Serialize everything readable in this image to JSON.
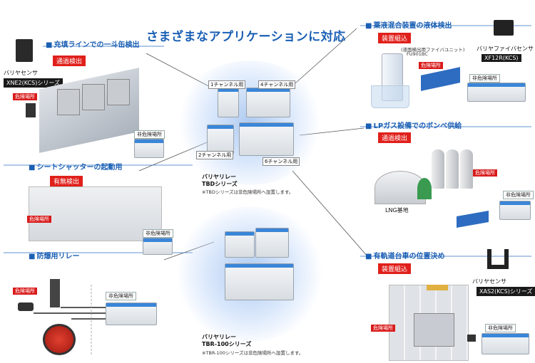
{
  "title": "さまざまなアプリケーションに対応",
  "sections": {
    "can_line": {
      "heading": "充填ラインでの一斗缶検出",
      "badge": "通過検出",
      "sensor_name": "バリヤセンサ",
      "sensor_model": "XNE2(KCS)シリーズ",
      "danger": "危険場所",
      "safe": "非危険場所"
    },
    "shutter": {
      "heading": "シートシャッターの起動用",
      "badge": "有無検出",
      "danger": "危険場所",
      "safe": "非危険場所"
    },
    "explosion": {
      "heading": "防爆用リレー",
      "danger": "危険場所",
      "safe": "非危険場所"
    },
    "chemical": {
      "heading": "薬液混合装置の液体検出",
      "badge": "装置組込",
      "fiber_unit": "(液面検出用ファイバユニット)",
      "fiber_model": "FU901BC",
      "sensor_name": "バリヤファイバセンサ",
      "sensor_model": "XF12R(KCS)",
      "danger": "危険場所",
      "safe": "非危険場所"
    },
    "lpg": {
      "heading": "LPガス設備でのボンベ供給",
      "badge": "通過検出",
      "site": "LNG基地",
      "danger": "危険場所",
      "safe": "非危険場所"
    },
    "rail": {
      "heading": "有軌道台車の位置決め",
      "badge": "装置組込",
      "sensor_name": "バリヤセンサ",
      "sensor_model": "XAS2(KCS)シリーズ",
      "danger": "危険場所",
      "safe": "非危険場所"
    }
  },
  "tbd": {
    "ch1": "1チャンネル用",
    "ch4": "4チャンネル用",
    "ch2": "2チャンネル用",
    "ch6": "6チャンネル用",
    "name": "バリヤリレー",
    "series": "TBDシリーズ",
    "note": "※TBDシリーズは非危険場所へ設置します。"
  },
  "tbr": {
    "name": "バリヤリレー",
    "series": "TBR-100シリーズ",
    "note": "※TBR-100シリーズは非危険場所へ設置します。"
  },
  "colors": {
    "accent": "#1a5fb4",
    "danger": "#e0201b"
  }
}
